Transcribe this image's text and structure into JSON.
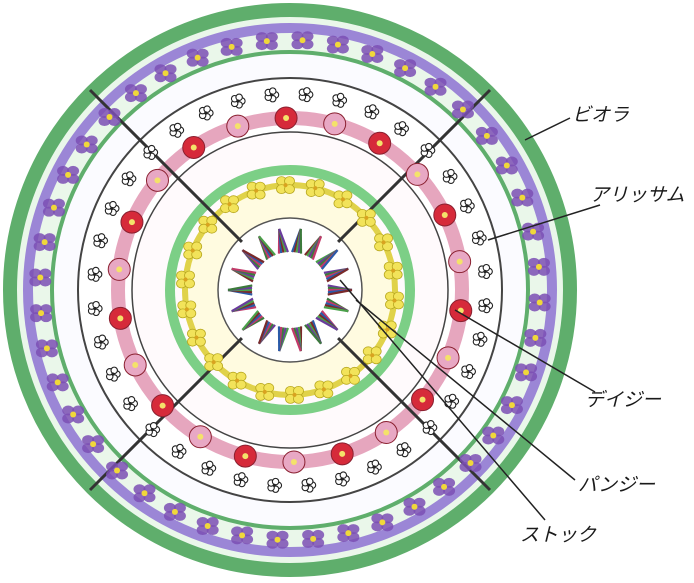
{
  "labels": {
    "viola": "ビオラ",
    "alyssum": "アリッサム",
    "daisy": "デイジー",
    "pansy": "パンジー",
    "stock": "ストック"
  },
  "colors": {
    "viola_petal": "#7b4fb4",
    "viola_center": "#f0d83a",
    "green_band": "#7ccf86",
    "purple_band": "#8a72c8",
    "daisy_red": "#d62a3a",
    "daisy_pink": "#e8a8c4",
    "pansy_yellow": "#f2e35a",
    "stock_mixed": "#6a3c9c"
  },
  "icons": {
    "viola": "viola-flower-icon",
    "alyssum": "alyssum-flower-icon",
    "daisy": "daisy-flower-icon",
    "pansy": "pansy-flower-icon",
    "stock": "stock-plant-icon"
  }
}
